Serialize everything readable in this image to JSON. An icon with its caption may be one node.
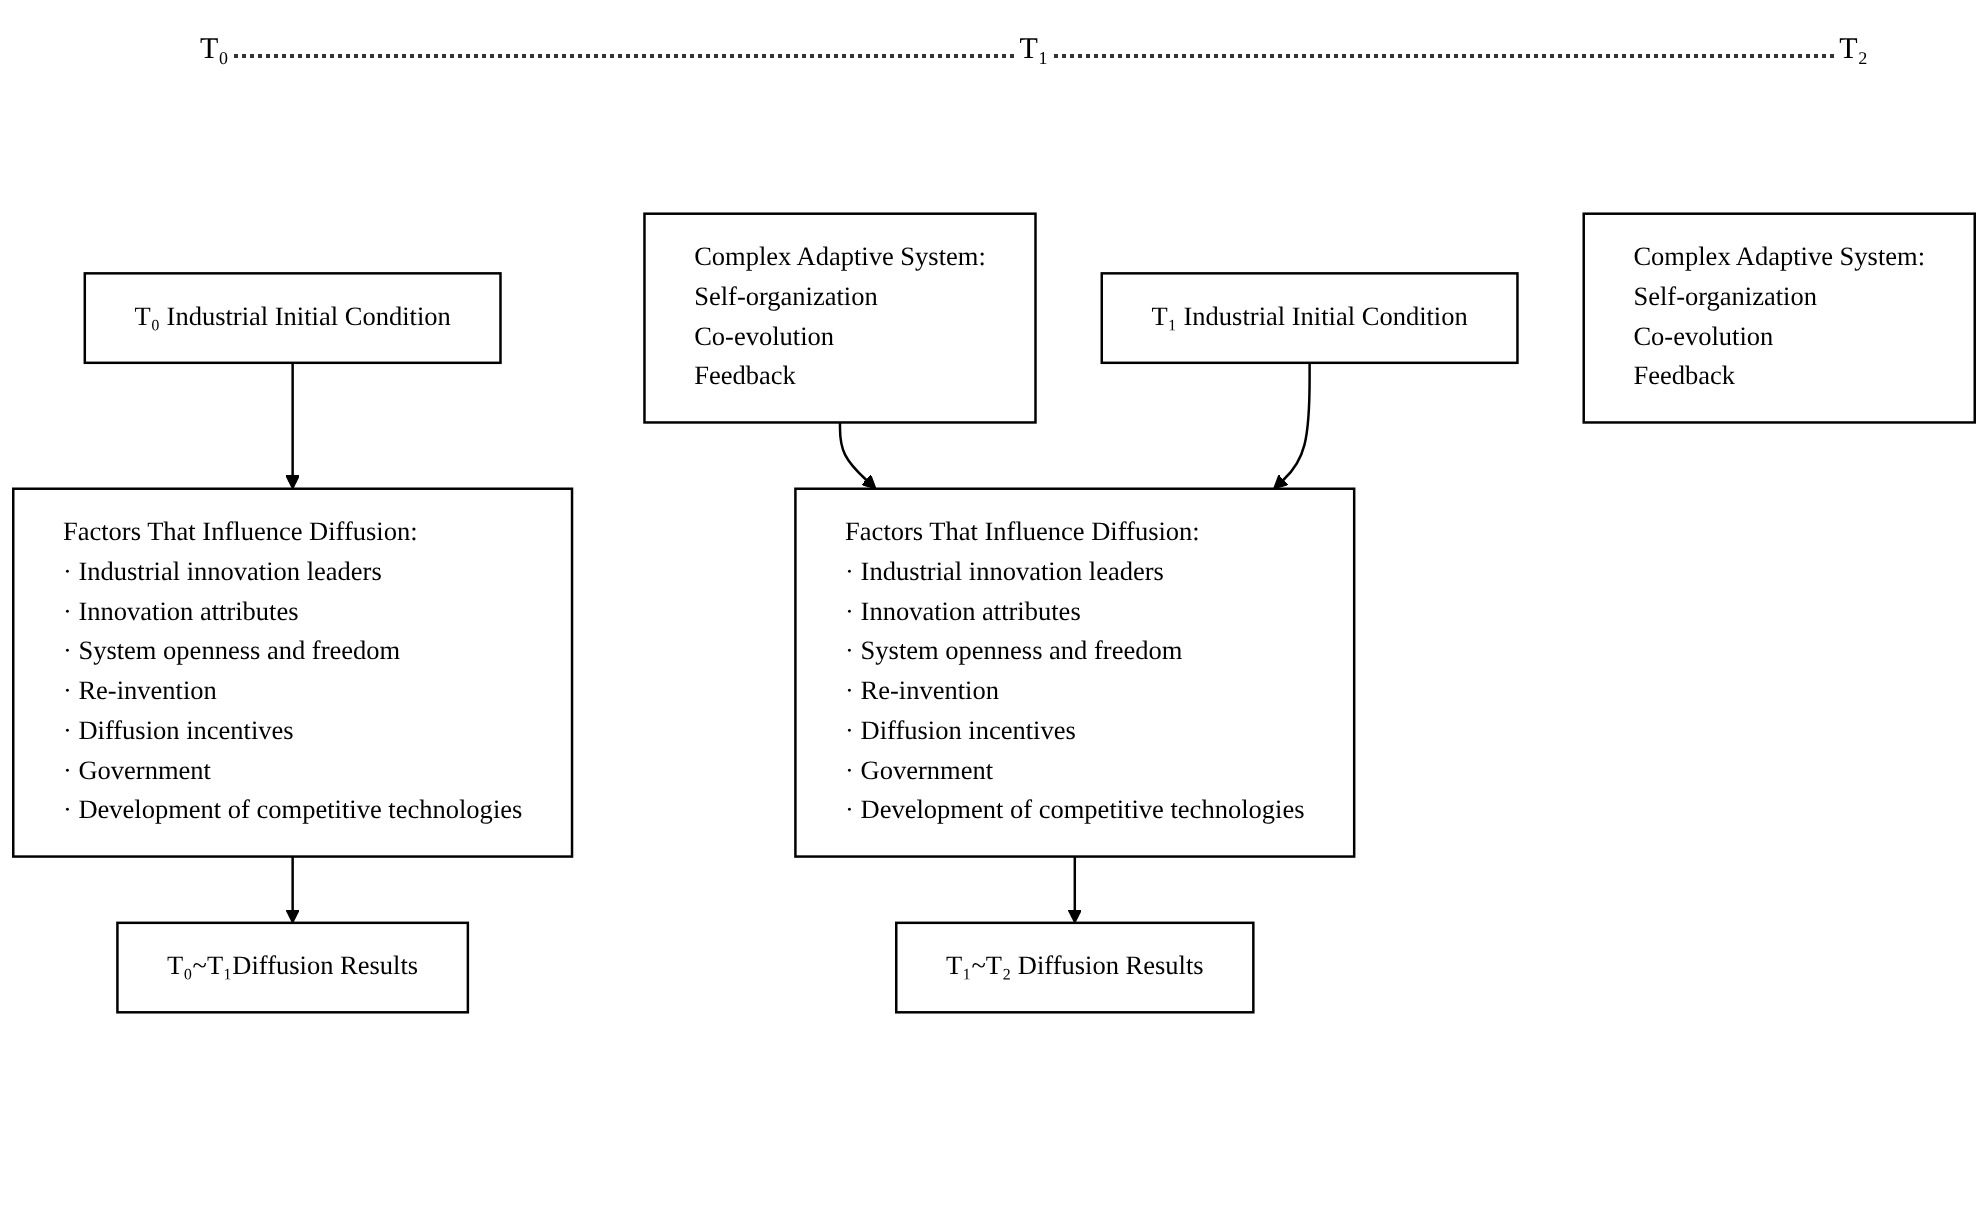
{
  "diagram": {
    "nodes": [
      {
        "text": [
          "T₀ Industrial Initial Condition"
        ]
      },
      {
        "text": [
          "Factors That Influence Diffusion:",
          "· Industrial innovation leaders",
          "· Innovation attributes",
          "· System openness and freedom",
          "· Re-invention",
          "· Diffusion incentives",
          "· Government",
          "· Development of competitive technologies"
        ]
      },
      {
        "text": [
          "Complex Adaptive System:",
          "Self-organization",
          "Co-evolution",
          "Feedback"
        ]
      },
      {
        "text": [
          "T₀~T₁Diffusion Results"
        ]
      },
      {
        "text": [
          "T₁ Industrial Initial Condition"
        ]
      },
      {
        "text": [
          "Factors That Influence Diffusion:",
          "· Industrial innovation leaders",
          "· Innovation attributes",
          "· System openness and freedom",
          "· Re-invention",
          "· Diffusion incentives",
          "· Government",
          "· Development of competitive technologies"
        ]
      },
      {
        "text": [
          "Complex Adaptive System:",
          "Self-organization",
          "Co-evolution",
          "Feedback"
        ]
      },
      {
        "text": [
          "T₁~T₂ Diffusion Results"
        ]
      }
    ],
    "edges": [
      {
        "from": 0,
        "to": 1,
        "arrow": "to"
      },
      {
        "from": 1,
        "to": 3,
        "arrow": "to"
      },
      {
        "from": 2,
        "to": 5,
        "arrow": "to"
      },
      {
        "from": 4,
        "to": 5,
        "arrow": "to"
      },
      {
        "from": 5,
        "to": 7,
        "arrow": "to"
      }
    ],
    "labels": [
      "T₀",
      "T₁",
      "T₂"
    ]
  }
}
